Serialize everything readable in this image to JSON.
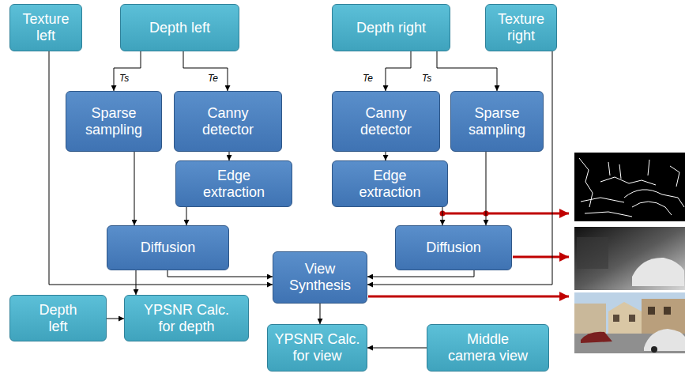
{
  "diagram": {
    "nodes": [
      {
        "text": [
          "Texture left"
        ]
      },
      {
        "text": [
          "Depth left"
        ]
      },
      {
        "text": [
          "Depth right"
        ]
      },
      {
        "text": [
          "Texture right"
        ]
      },
      {
        "text": [
          "Sparse sampling"
        ]
      },
      {
        "text": [
          "Canny detector"
        ]
      },
      {
        "text": [
          "Edge extraction"
        ]
      },
      {
        "text": [
          "Diffusion"
        ]
      },
      {
        "text": [
          "Canny detector"
        ]
      },
      {
        "text": [
          "Sparse sampling"
        ]
      },
      {
        "text": [
          "Edge extraction"
        ]
      },
      {
        "text": [
          "Diffusion"
        ]
      },
      {
        "text": [
          "View Synthesis"
        ]
      },
      {
        "text": [
          "Depth left"
        ]
      },
      {
        "text": [
          "YPSNR Calc. for depth"
        ]
      },
      {
        "text": [
          "YPSNR Calc. for view"
        ]
      },
      {
        "text": [
          "Middle camera view"
        ]
      }
    ],
    "edges": [
      {
        "from": 1,
        "to": 4,
        "arrow": "to",
        "label": "Ts"
      },
      {
        "from": 1,
        "to": 5,
        "arrow": "to",
        "label": "Te"
      },
      {
        "from": 5,
        "to": 6,
        "arrow": "to"
      },
      {
        "from": 4,
        "to": 7,
        "arrow": "to"
      },
      {
        "from": 6,
        "to": 7,
        "arrow": "to"
      },
      {
        "from": 7,
        "to": 12,
        "arrow": "to"
      },
      {
        "from": 7,
        "to": 14,
        "arrow": "to"
      },
      {
        "from": 0,
        "to": 12,
        "arrow": "to"
      },
      {
        "from": 2,
        "to": 8,
        "arrow": "to",
        "label": "Te"
      },
      {
        "from": 2,
        "to": 9,
        "arrow": "to",
        "label": "Ts"
      },
      {
        "from": 8,
        "to": 10,
        "arrow": "to"
      },
      {
        "from": 9,
        "to": 11,
        "arrow": "to"
      },
      {
        "from": 10,
        "to": 11,
        "arrow": "to"
      },
      {
        "from": 11,
        "to": 12,
        "arrow": "to"
      },
      {
        "from": 3,
        "to": 12,
        "arrow": "to"
      },
      {
        "from": 13,
        "to": 14,
        "arrow": "to"
      },
      {
        "from": 12,
        "to": 15,
        "arrow": "to"
      },
      {
        "from": 16,
        "to": 15,
        "arrow": "to"
      }
    ]
  }
}
